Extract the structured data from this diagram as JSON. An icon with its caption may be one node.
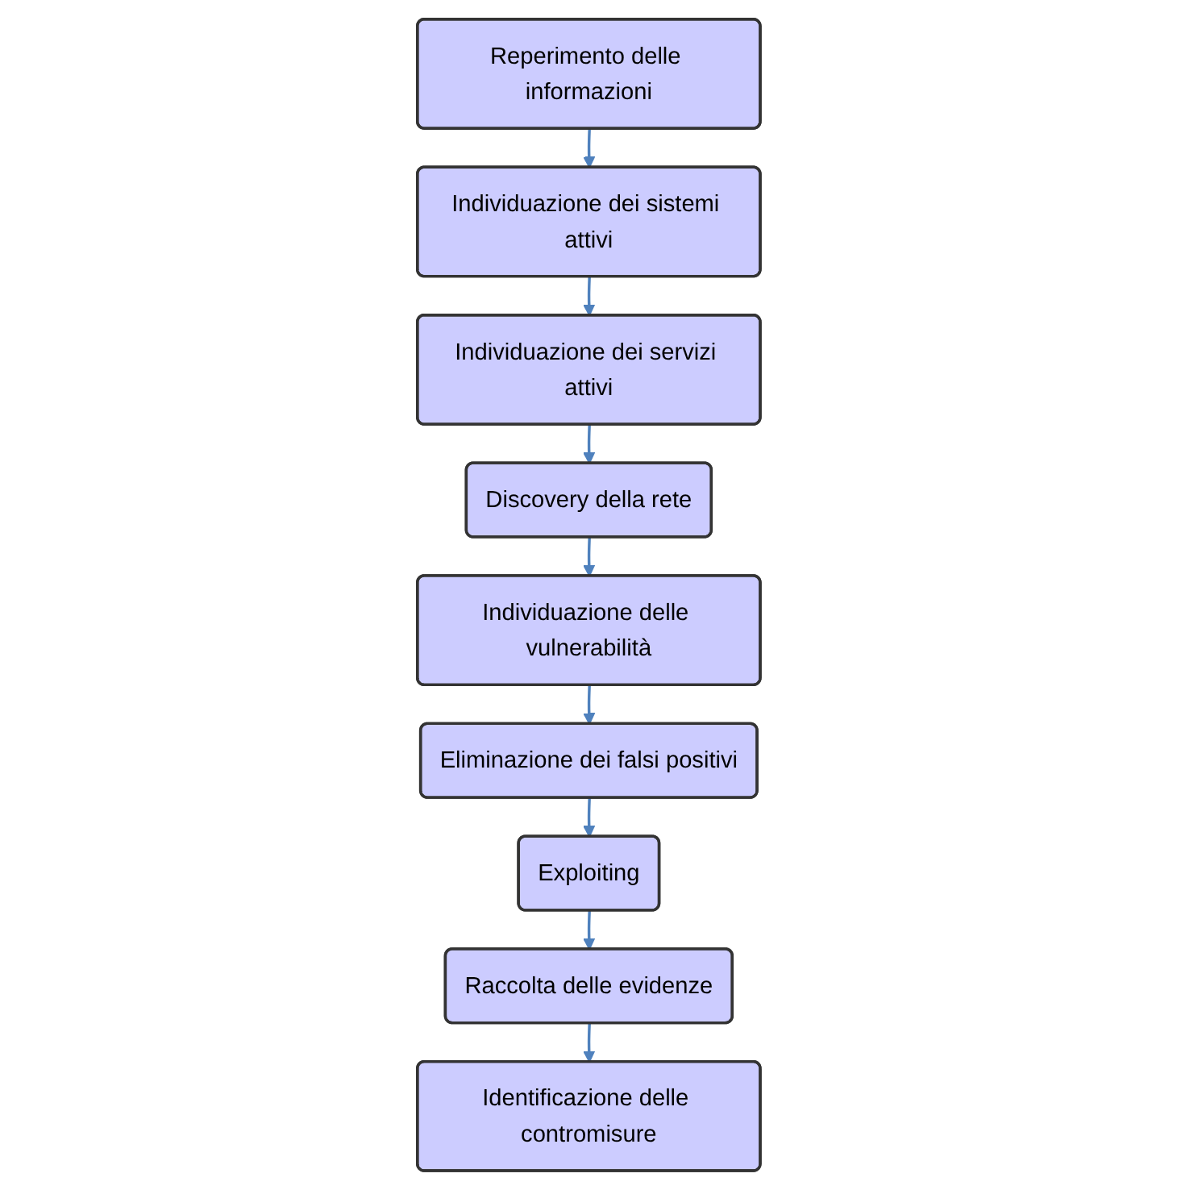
{
  "diagram": {
    "nodes": [
      {
        "text": [
          "Reperimento delle informazioni"
        ]
      },
      {
        "text": [
          "Individuazione dei sistemi attivi"
        ]
      },
      {
        "text": [
          "Individuazione dei servizi attivi"
        ]
      },
      {
        "text": [
          "Discovery della rete"
        ]
      },
      {
        "text": [
          "Individuazione delle vulnerabilità"
        ]
      },
      {
        "text": [
          "Eliminazione dei falsi positivi"
        ]
      },
      {
        "text": [
          "Exploiting"
        ]
      },
      {
        "text": [
          "Raccolta delle evidenze"
        ]
      },
      {
        "text": [
          "Identificazione delle contromisure"
        ]
      }
    ],
    "edges": [
      {
        "from": 0,
        "to": 1,
        "arrow": "to"
      },
      {
        "from": 1,
        "to": 2,
        "arrow": "to"
      },
      {
        "from": 2,
        "to": 3,
        "arrow": "to"
      },
      {
        "from": 3,
        "to": 4,
        "arrow": "to"
      },
      {
        "from": 4,
        "to": 5,
        "arrow": "to"
      },
      {
        "from": 5,
        "to": 6,
        "arrow": "to"
      },
      {
        "from": 6,
        "to": 7,
        "arrow": "to"
      },
      {
        "from": 7,
        "to": 8,
        "arrow": "to"
      }
    ]
  }
}
